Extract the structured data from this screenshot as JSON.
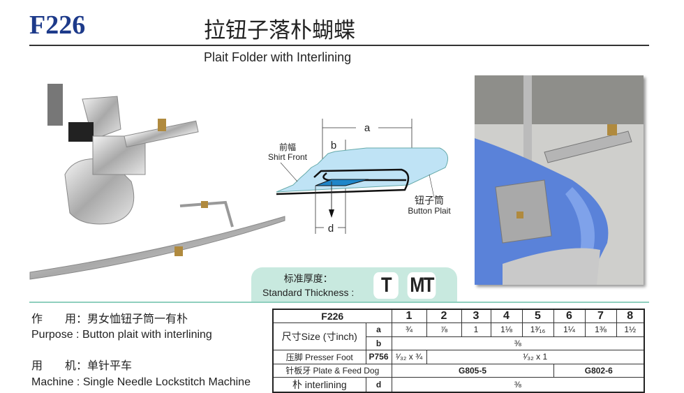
{
  "header": {
    "code": "F226",
    "title_cn": "拉钮子落朴蝴蝶",
    "title_en": "Plait Folder with Interlining"
  },
  "diagram": {
    "a": "a",
    "b": "b",
    "d": "d",
    "shirt_front_cn": "前幅",
    "shirt_front_en": "Shirt Front",
    "button_plait_cn": "钮子筒",
    "button_plait_en": "Button Plait",
    "colors": {
      "fabric": "#bfe3f5",
      "interlining": "#1f86c9"
    }
  },
  "thickness": {
    "label_cn": "标准厚度：",
    "label_en": "Standard Thickness :",
    "badges": [
      "T",
      "MT"
    ]
  },
  "info": {
    "purpose_cn_label": "作　　用：",
    "purpose_cn": "男女恤钮子筒一有朴",
    "purpose_en_label": "Purpose :",
    "purpose_en": "Button plait with interlining",
    "machine_cn_label": "用　　机：",
    "machine_cn": "单针平车",
    "machine_en_label": "Machine :",
    "machine_en": "Single Needle Lockstitch Machine"
  },
  "spec_table": {
    "model": "F226",
    "columns": [
      "1",
      "2",
      "3",
      "4",
      "5",
      "6",
      "7",
      "8"
    ],
    "size_label": "尺寸Size (寸inch)",
    "a_label": "a",
    "a_values": [
      "¾",
      "⅞",
      "1",
      "1⅛",
      "1³⁄₁₆",
      "1¼",
      "1⅜",
      "1½"
    ],
    "b_label": "b",
    "b_value": "⅜",
    "presser_label": "压脚 Presser Foot",
    "presser_code": "P756",
    "presser_first": "¹⁄₃₂ x ¾",
    "presser_rest": "¹⁄₃₂ x 1",
    "plate_label": "针板牙 Plate & Feed Dog",
    "plate_1_5": "G805-5",
    "plate_6_8": "G802-6",
    "interlining_label": "朴 interlining",
    "d_label": "d",
    "d_value": "⅜"
  }
}
